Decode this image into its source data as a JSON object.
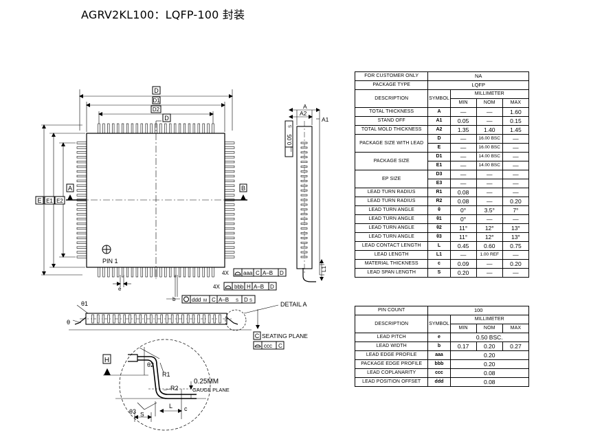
{
  "title": "AGRV2KL100：LQFP-100 封装",
  "drawing": {
    "dims": {
      "D": "D",
      "D1": "D1",
      "D2": "D2",
      "E": "E",
      "E1": "E1",
      "E2": "E2",
      "A": "A",
      "A1": "A1",
      "A2": "A2",
      "L1": "L1",
      "e": "e",
      "b": "b",
      "c": "c",
      "L": "L",
      "S": "S",
      "R1": "R1",
      "R2": "R2",
      "theta": "θ",
      "theta1": "θ1",
      "theta2": "θ2",
      "theta3": "θ3",
      "gauge": "0.25MM"
    },
    "datums": {
      "A": "A",
      "B": "B",
      "D": "D",
      "H": "H",
      "C": "C"
    },
    "pin1": "PIN 1",
    "detail_a": "DETAIL A",
    "seating_plane": "SEATING PLANE",
    "gauge_plane": "GAUGE PLANE",
    "fcf": {
      "coplanar_left": "—",
      "coplanar_val": "0.05",
      "coplanar_mod": "S",
      "aaa_count": "4X",
      "aaa": "aaa",
      "aaa_ref1": "C",
      "aaa_ref2": "A–B",
      "aaa_ref3": "D",
      "bbb_count": "4X",
      "bbb": "bbb",
      "bbb_ref1": "H",
      "bbb_ref2": "A–B",
      "bbb_ref3": "D",
      "ddd": "ddd",
      "ddd_mod": "M",
      "ddd_ref1": "C",
      "ddd_ref2": "A–B",
      "ddd_mod2": "S",
      "ddd_ref3": "D",
      "ddd_mod3": "S",
      "ccc": "ccc",
      "ccc_ref": "C"
    }
  },
  "spec_table_1": {
    "customer_label": "FOR CUSTOMER ONLY",
    "customer_value": "NA",
    "type_label": "PACKAGE TYPE",
    "type_value": "LQFP",
    "h_desc": "DESCRIPTION",
    "h_symbol": "SYMBOL",
    "h_unit": "MILLIMETER",
    "h_min": "MIN",
    "h_nom": "NOM",
    "h_max": "MAX",
    "rows": [
      {
        "desc": "TOTAL THICKNESS",
        "sym": "A",
        "min": "—",
        "nom": "—",
        "max": "1.60"
      },
      {
        "desc": "STAND OFF",
        "sym": "A1",
        "min": "0.05",
        "nom": "—",
        "max": "0.15"
      },
      {
        "desc": "TOTAL MOLD THICKNESS",
        "sym": "A2",
        "min": "1.35",
        "nom": "1.40",
        "max": "1.45"
      }
    ],
    "pkg_size_label": "PACKAGE SIZE WITH LEAD",
    "pkg_size_rows": [
      {
        "sym": "D",
        "min": "—",
        "nom": "16.00 BSC",
        "max": "—"
      },
      {
        "sym": "E",
        "min": "—",
        "nom": "16.00 BSC",
        "max": "—"
      }
    ],
    "body_size_label": "PACKAGE SIZE",
    "body_size_rows": [
      {
        "sym": "D1",
        "min": "—",
        "nom": "14.00 BSC",
        "max": "—"
      },
      {
        "sym": "E1",
        "min": "—",
        "nom": "14.00 BSC",
        "max": "—"
      }
    ],
    "ep_label": "EP SIZE",
    "ep_rows": [
      {
        "sym": "D3",
        "min": "—",
        "nom": "—",
        "max": "—"
      },
      {
        "sym": "E3",
        "min": "—",
        "nom": "—",
        "max": "—"
      }
    ],
    "rows2": [
      {
        "desc": "LEAD TURN RADIUS",
        "sym": "R1",
        "min": "0.08",
        "nom": "—",
        "max": "—"
      },
      {
        "desc": "LEAD TURN RADIUS",
        "sym": "R2",
        "min": "0.08",
        "nom": "—",
        "max": "0.20"
      },
      {
        "desc": "LEAD TURN ANGLE",
        "sym": "θ",
        "min": "0°",
        "nom": "3.5°",
        "max": "7°"
      },
      {
        "desc": "LEAD TURN ANGLE",
        "sym": "θ1",
        "min": "0°",
        "nom": "—",
        "max": "—"
      },
      {
        "desc": "LEAD TURN ANGLE",
        "sym": "θ2",
        "min": "11°",
        "nom": "12°",
        "max": "13°"
      },
      {
        "desc": "LEAD TURN ANGLE",
        "sym": "θ3",
        "min": "11°",
        "nom": "12°",
        "max": "13°"
      },
      {
        "desc": "LEAD CONTACT LENGTH",
        "sym": "L",
        "min": "0.45",
        "nom": "0.60",
        "max": "0.75"
      },
      {
        "desc": "LEAD LENGTH",
        "sym": "L1",
        "min": "—",
        "nom": "1.00 REF",
        "max": "—"
      },
      {
        "desc": "MATERIAL THICKNESS",
        "sym": "c",
        "min": "0.09",
        "nom": "—",
        "max": "0.20"
      },
      {
        "desc": "LEAD SPAN LENGTH",
        "sym": "S",
        "min": "0.20",
        "nom": "—",
        "max": "—"
      }
    ]
  },
  "spec_table_2": {
    "pin_count_label": "PIN COUNT",
    "pin_count_value": "100",
    "h_desc": "DESCRIPTION",
    "h_symbol": "SYMBOL",
    "h_unit": "MILLIMETER",
    "h_min": "MIN",
    "h_nom": "NOM",
    "h_max": "MAX",
    "pitch": {
      "desc": "LEAD PITCH",
      "sym": "e",
      "value": "0.50 BSC."
    },
    "width": {
      "desc": "LEAD WIDTH",
      "sym": "b",
      "min": "0.17",
      "nom": "0.20",
      "max": "0.27"
    },
    "rows": [
      {
        "desc": "LEAD EDGE PROFILE",
        "sym": "aaa",
        "value": "0.20"
      },
      {
        "desc": "PACKAGE EDGE PROFILE",
        "sym": "bbb",
        "value": "0.20"
      },
      {
        "desc": "LEAD COPLANARITY",
        "sym": "ccc",
        "value": "0.08"
      },
      {
        "desc": "LEAD POSITION OFFSET",
        "sym": "ddd",
        "value": "0.08"
      }
    ]
  }
}
